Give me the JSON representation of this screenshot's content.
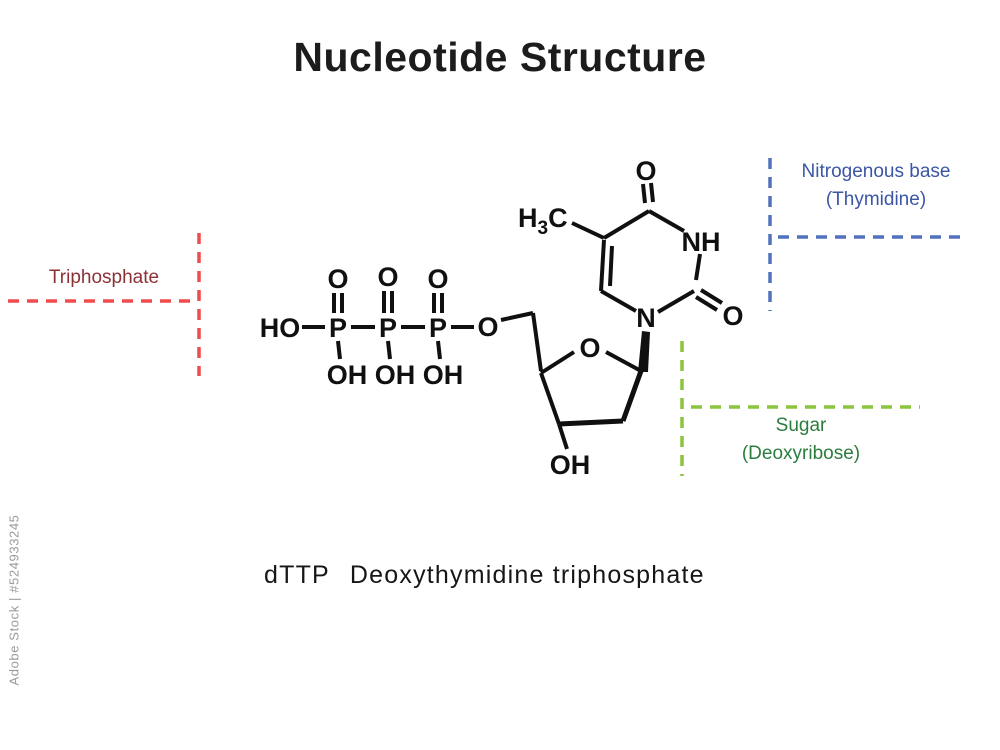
{
  "title": "Nucleotide Structure",
  "watermark": "Adobe Stock | #524933245",
  "caption": {
    "code": "dTTP",
    "name": "Deoxythymidine triphosphate"
  },
  "annotations": {
    "triphosphate": {
      "label": "Triphosphate",
      "text_color": "#8c3136",
      "line_color": "#f04c4c"
    },
    "nitrogenous_base": {
      "label_line1": "Nitrogenous base",
      "label_line2": "(Thymidine)",
      "text_color": "#3a56a5",
      "line_color": "#5272bd"
    },
    "sugar": {
      "label_line1": "Sugar",
      "label_line2": "(Deoxyribose)",
      "text_color": "#2b7d3e",
      "line_color": "#8bc43f"
    }
  },
  "molecule": {
    "compound": "dTTP",
    "atoms": {
      "hydroxyl_left": "HO",
      "phosphorus_1": "P",
      "phosphorus_2": "P",
      "phosphorus_3": "P",
      "phosphate_oxygen_1": "O",
      "phosphate_oxygen_2": "O",
      "phosphate_oxygen_3": "O",
      "phosphate_oh_1": "OH",
      "phosphate_oh_2": "OH",
      "phosphate_oh_3": "OH",
      "bridge_oxygen": "O",
      "ring_oxygen": "O",
      "sugar_hydroxyl": "OH",
      "base_n1": "N",
      "base_n3": "NH",
      "base_o2": "O",
      "base_o4": "O",
      "methyl_h": "H",
      "methyl_3": "3",
      "methyl_c": "C"
    }
  }
}
